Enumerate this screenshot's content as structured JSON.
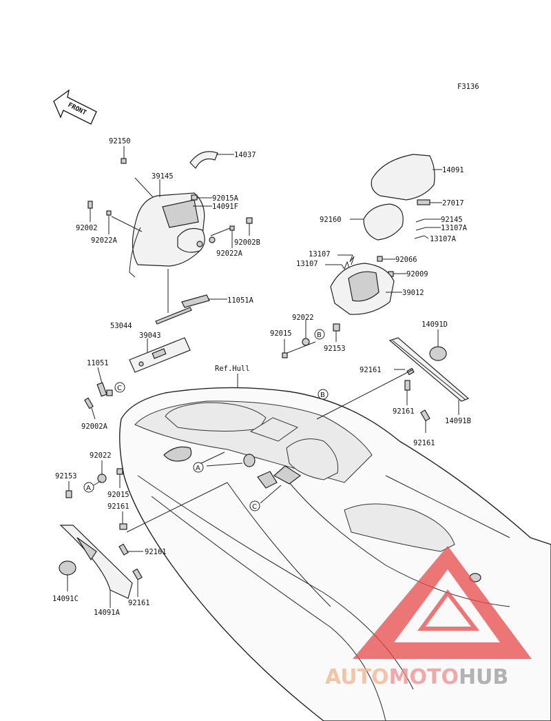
{
  "figure_code": "F3136",
  "front_arrow_label": "FRONT",
  "ref_label": "Ref.Hull",
  "part_numbers": {
    "p92150": "92150",
    "p14037": "14037",
    "p39145": "39145",
    "p92015A_top": "92015A",
    "p14091F": "14091F",
    "p92002": "92002",
    "p92022A_left": "92022A",
    "p92002B": "92002B",
    "p92022A_right": "92022A",
    "p11051A": "11051A",
    "p53044": "53044",
    "p39043": "39043",
    "p11051": "11051",
    "p92002A": "92002A",
    "p14091": "14091",
    "p27017": "27017",
    "p92160": "92160",
    "p92145": "92145",
    "p13107A_1": "13107A",
    "p13107A_2": "13107A",
    "p13107_1": "13107",
    "p13107_2": "13107",
    "p92066": "92066",
    "p92009": "92009",
    "p39012": "39012",
    "p92022_mid": "92022",
    "p92015_mid": "92015",
    "p92153_mid": "92153",
    "p14091D": "14091D",
    "p92161_r1": "92161",
    "p92161_r2": "92161",
    "p14091B": "14091B",
    "p92161_r3": "92161",
    "p92022_left": "92022",
    "p92153_left": "92153",
    "p92015_left": "92015",
    "p92161_l1": "92161",
    "p92161_l2": "92161",
    "p14091C": "14091C",
    "p14091A": "14091A",
    "p92161_l3": "92161"
  },
  "callouts": {
    "A": "A",
    "B": "B",
    "C": "C"
  },
  "watermark": {
    "word_a": "AUTO",
    "word_b": "MOTO",
    "word_c": "HUB",
    "color_a": "#f2b38c",
    "color_b": "#ef8d8d",
    "color_c": "#9a9a9a",
    "triangle_color": "#e84a4a"
  }
}
